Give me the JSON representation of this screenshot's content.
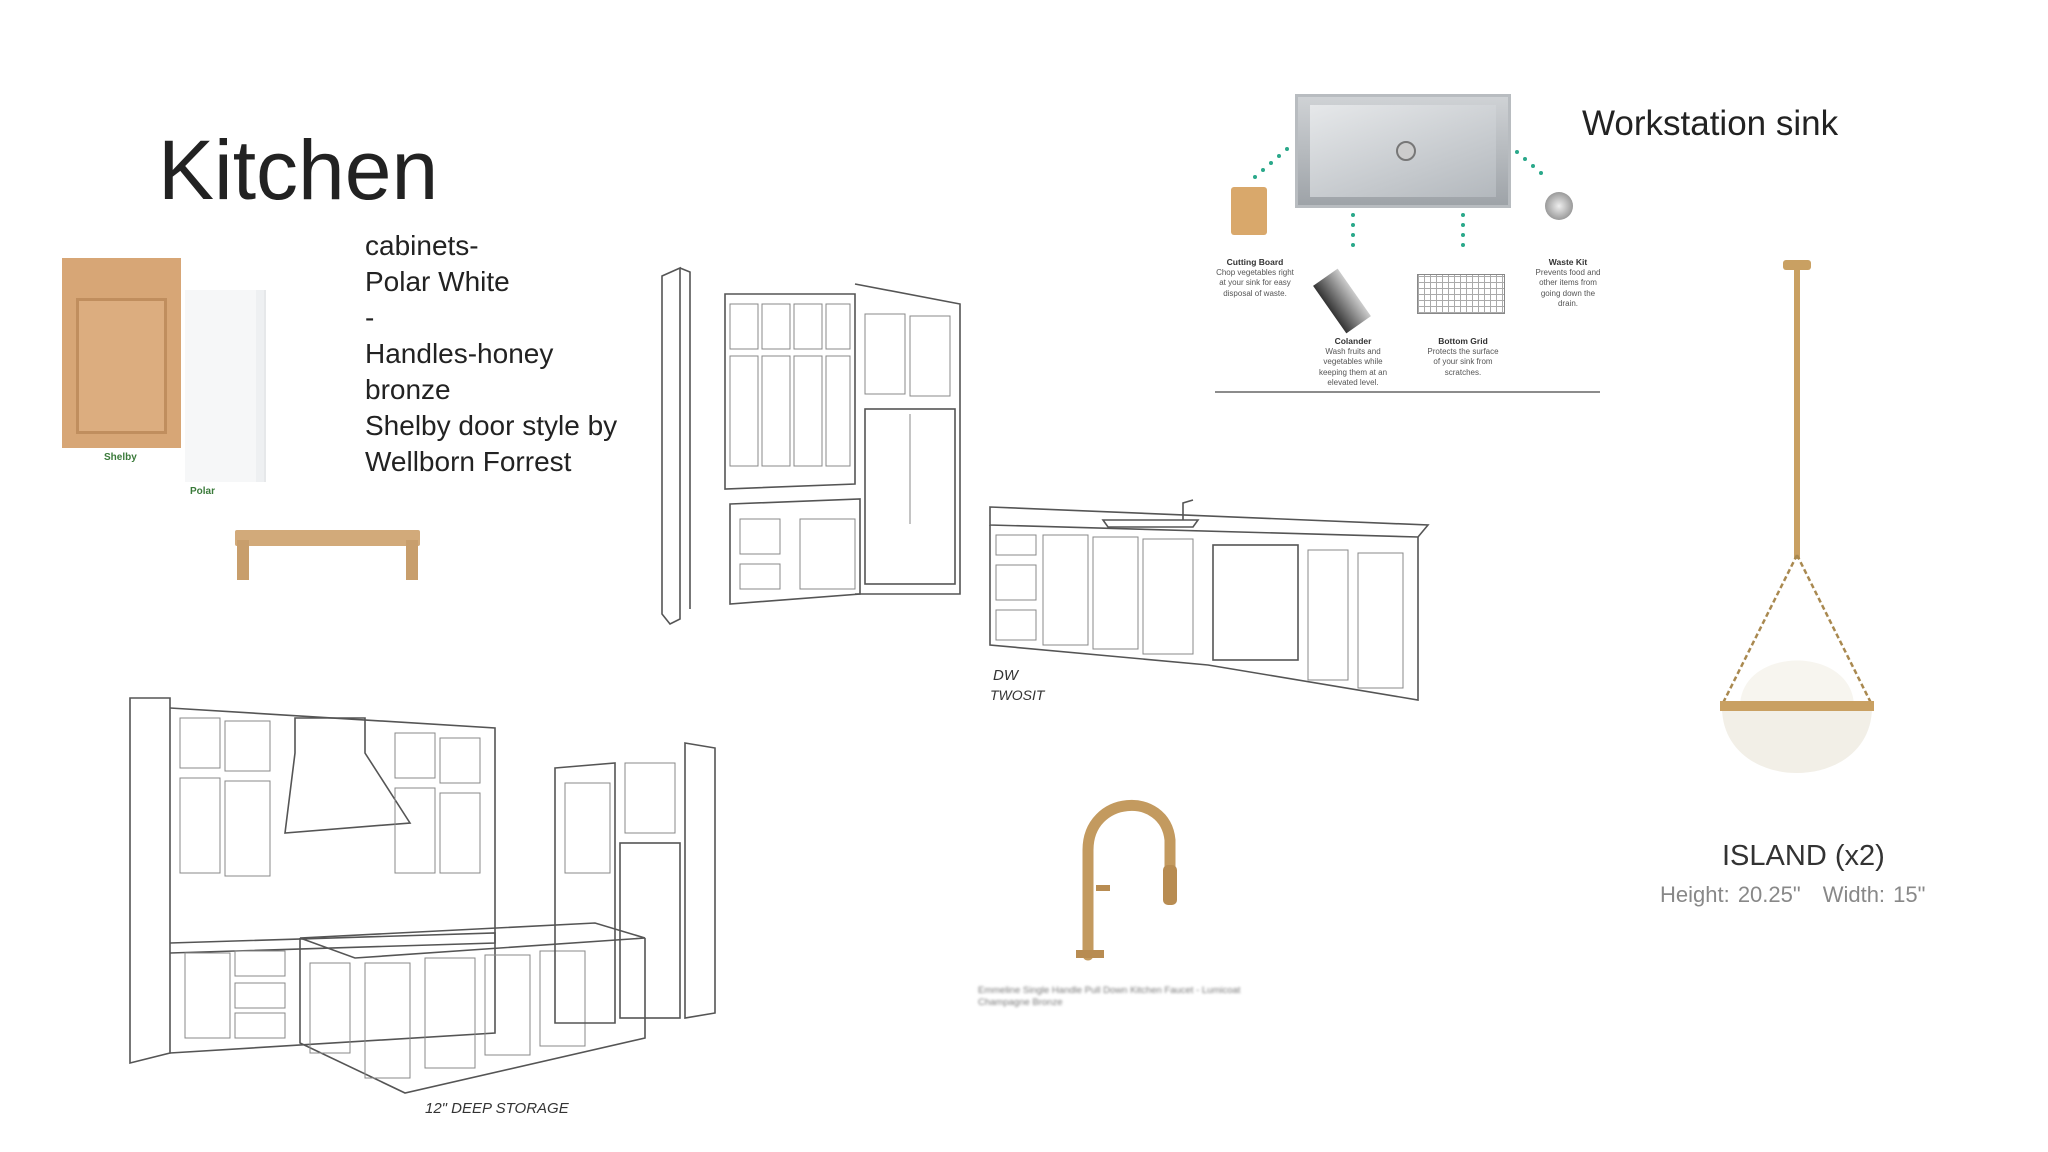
{
  "title": "Kitchen",
  "notes": {
    "lines": [
      "cabinets-",
      "Polar White",
      " -",
      "Handles-honey",
      "bronze",
      "Shelby door style by",
      "Wellborn Forrest"
    ]
  },
  "swatches": {
    "shelby_label": "Shelby",
    "polar_label": "Polar",
    "colors": {
      "shelby": "#d9a878",
      "polar": "#f7f8f9",
      "handle": "#d2aa7a"
    }
  },
  "sink": {
    "title": "Workstation sink",
    "accessories": [
      {
        "name": "Cutting Board",
        "desc": "Chop vegetables right at your sink for easy disposal of waste."
      },
      {
        "name": "Colander",
        "desc": "Wash fruits and vegetables while keeping them at an elevated level."
      },
      {
        "name": "Bottom Grid",
        "desc": "Protects the surface of your sink from scratches."
      },
      {
        "name": "Waste Kit",
        "desc": "Prevents food and other items from going down the drain."
      }
    ],
    "dot_color": "#2aa88a"
  },
  "pendant": {
    "title": "ISLAND (x2)",
    "height": "Height: 20.25\"",
    "width": "Width: 15\""
  },
  "faucet": {
    "caption": "Emmeline Single Handle Pull Down Kitchen Faucet - Lumicoat Champagne Bronze"
  },
  "annotations": {
    "dw": "DW TWOSIT",
    "storage": "12\" DEEP STORAGE"
  }
}
